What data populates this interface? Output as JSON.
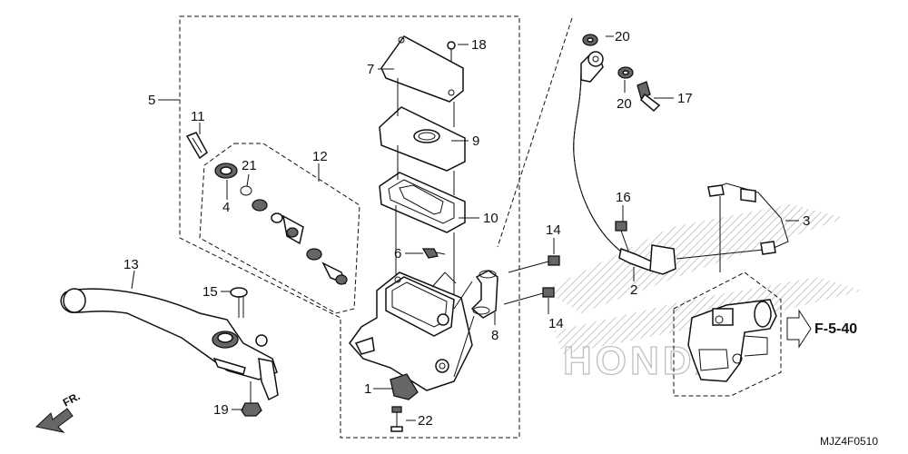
{
  "callouts": {
    "c1": "1",
    "c2": "2",
    "c3": "3",
    "c4": "4",
    "c5": "5",
    "c6": "6",
    "c7": "7",
    "c8": "8",
    "c9": "9",
    "c10": "10",
    "c11": "11",
    "c12": "12",
    "c13": "13",
    "c14a": "14",
    "c14b": "14",
    "c15": "15",
    "c16": "16",
    "c17": "17",
    "c18": "18",
    "c19": "19",
    "c20a": "20",
    "c20b": "20",
    "c21": "21",
    "c22": "22"
  },
  "reference": "F-5-40",
  "front_indicator": "FR.",
  "diagram_code": "MJZ4F0510",
  "watermark": "HONDA"
}
